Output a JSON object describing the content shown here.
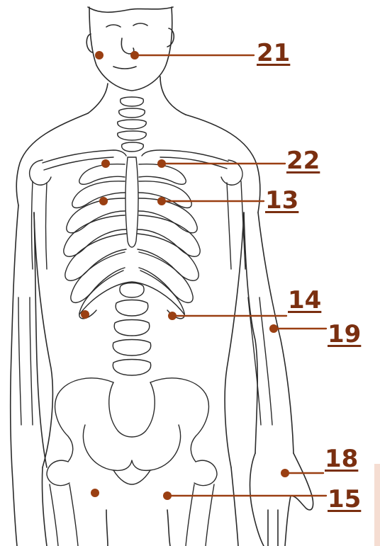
{
  "colors": {
    "ink": "#2a2a2a",
    "marker": "#9a3f12",
    "label": "#7a2f10",
    "leader": "#9a3f12",
    "page": "#ffffff"
  },
  "labels": {
    "p21": "21",
    "p22": "22",
    "p13": "13",
    "p14": "14",
    "p19": "19",
    "p18": "18",
    "p15": "15"
  }
}
